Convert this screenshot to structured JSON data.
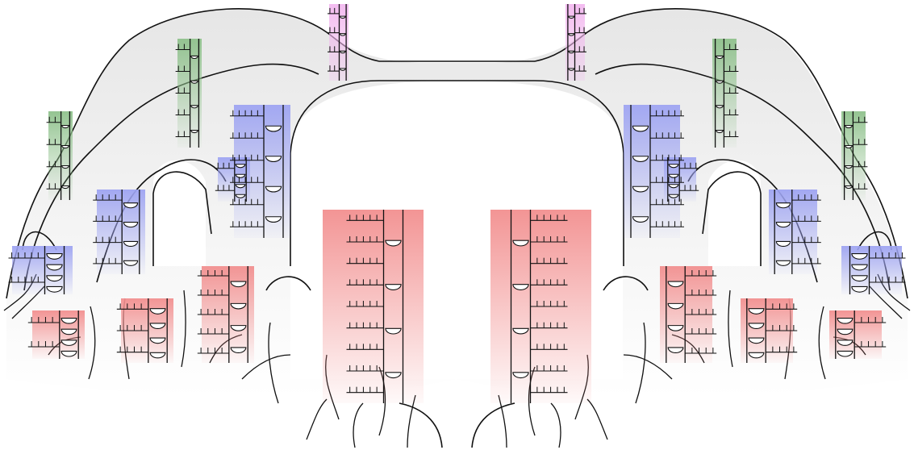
{
  "figure": {
    "symmetry": "mirror-left-right",
    "palette": {
      "background": "#ffffff",
      "surface": "#e9e9e9",
      "stroke": "#111111",
      "magenta": "#f2b8ef",
      "green": "#8fc18c",
      "blue": "#9ea4f2",
      "red": "#f28f8f"
    },
    "blocks_per_side": [
      {
        "color": "magenta",
        "level": 0,
        "cups": 4
      },
      {
        "color": "green",
        "level": 1,
        "cups": 4
      },
      {
        "color": "green",
        "level": 1,
        "cups": 4
      },
      {
        "color": "blue",
        "level": 2,
        "cups": 4
      },
      {
        "color": "blue",
        "level": 2,
        "cups": 4
      },
      {
        "color": "blue",
        "level": 2,
        "cups": 4
      },
      {
        "color": "blue",
        "level": 2,
        "cups": 4
      },
      {
        "color": "red",
        "level": 3,
        "cups": 4
      },
      {
        "color": "red",
        "level": 3,
        "cups": 4
      },
      {
        "color": "red",
        "level": 3,
        "cups": 4
      },
      {
        "color": "red",
        "level": 3,
        "cups": 4
      }
    ]
  }
}
